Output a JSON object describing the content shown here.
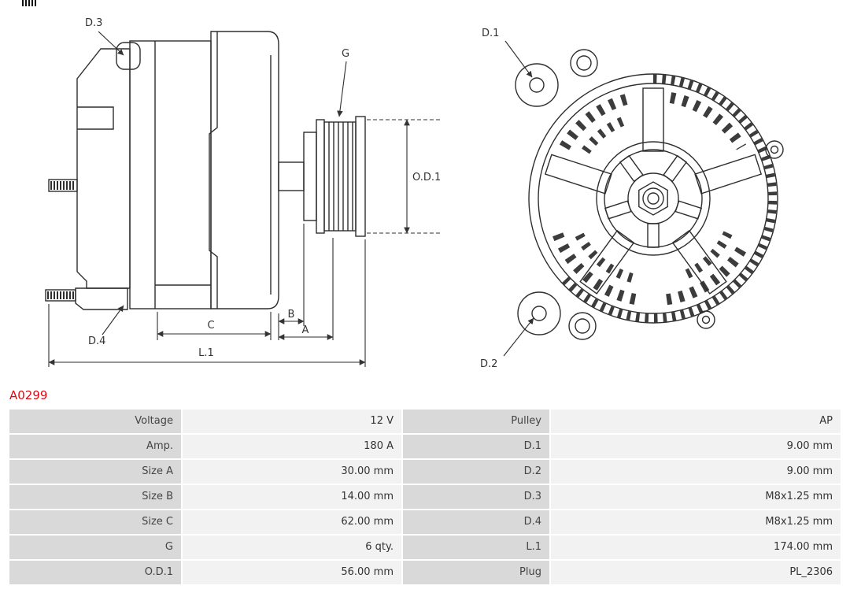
{
  "part_number": "A0299",
  "diagram": {
    "side_view": {
      "labels": {
        "d3": "D.3",
        "d4": "D.4",
        "g": "G",
        "od1": "O.D.1",
        "a": "A",
        "b": "B",
        "c": "C",
        "l1": "L.1"
      }
    },
    "front_view": {
      "labels": {
        "d1": "D.1",
        "d2": "D.2"
      }
    }
  },
  "spec_table": {
    "rows": [
      [
        "Voltage",
        "12 V",
        "Pulley",
        "AP"
      ],
      [
        "Amp.",
        "180 A",
        "D.1",
        "9.00 mm"
      ],
      [
        "Size A",
        "30.00 mm",
        "D.2",
        "9.00 mm"
      ],
      [
        "Size B",
        "14.00 mm",
        "D.3",
        "M8x1.25 mm"
      ],
      [
        "Size C",
        "62.00 mm",
        "D.4",
        "M8x1.25 mm"
      ],
      [
        "G",
        "6 qty.",
        "L.1",
        "174.00 mm"
      ],
      [
        "O.D.1",
        "56.00 mm",
        "Plug",
        "PL_2306"
      ]
    ]
  },
  "colors": {
    "part_number_red": "#e30613",
    "table_label_bg": "#d9d9d9",
    "table_value_bg": "#f2f2f2",
    "line_color": "#2e2e2e"
  }
}
